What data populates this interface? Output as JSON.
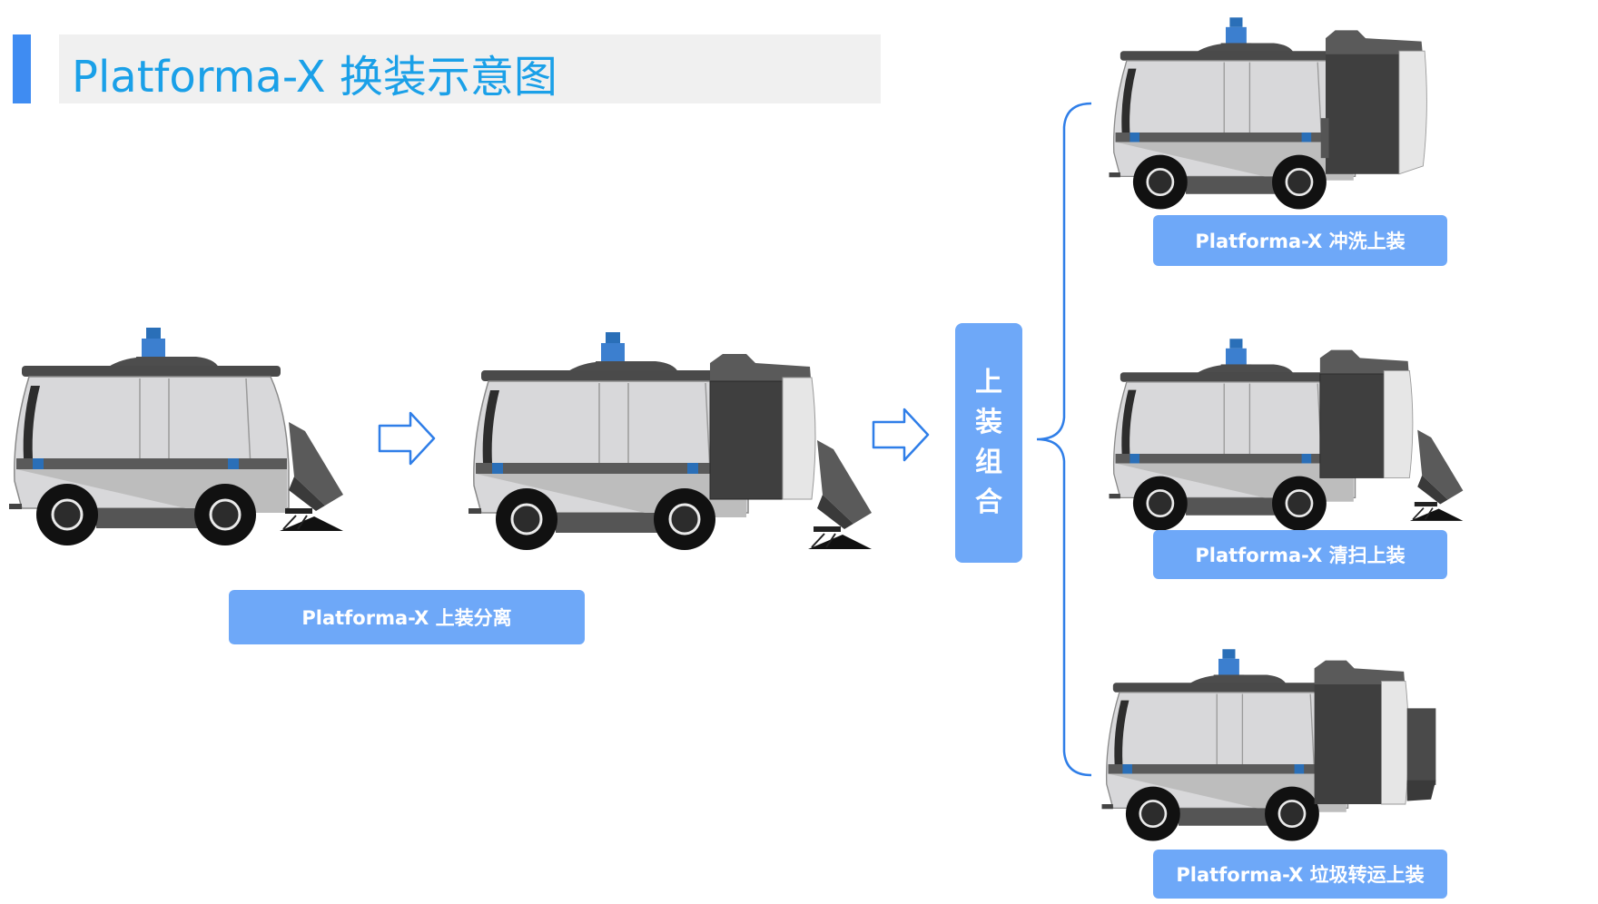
{
  "header": {
    "title": "Platforma-X 换装示意图",
    "accent_color": "#3f8cf2",
    "title_color": "#1aa0e8"
  },
  "labels": {
    "separation": "Platforma-X 上装分离",
    "combination_chars": [
      "上",
      "装",
      "组",
      "合"
    ],
    "washing": "Platforma-X 冲洗上装",
    "sweeping": "Platforma-X 清扫上装",
    "garbage": "Platforma-X 垃圾转运上装"
  },
  "colors": {
    "button_fill": "#6ea8f8",
    "arrow_stroke": "#2f7ee8",
    "bracket_stroke": "#2f7ee8",
    "vehicle_body": "#d6d6d8",
    "vehicle_dark": "#4a4a4a",
    "wheel": "#111111",
    "sensor": "#2a6fb8"
  },
  "icons": {
    "flow_arrow": "hollow-right-arrow-icon",
    "bracket": "curly-bracket-icon",
    "vehicle": "robot-vehicle-icon"
  }
}
